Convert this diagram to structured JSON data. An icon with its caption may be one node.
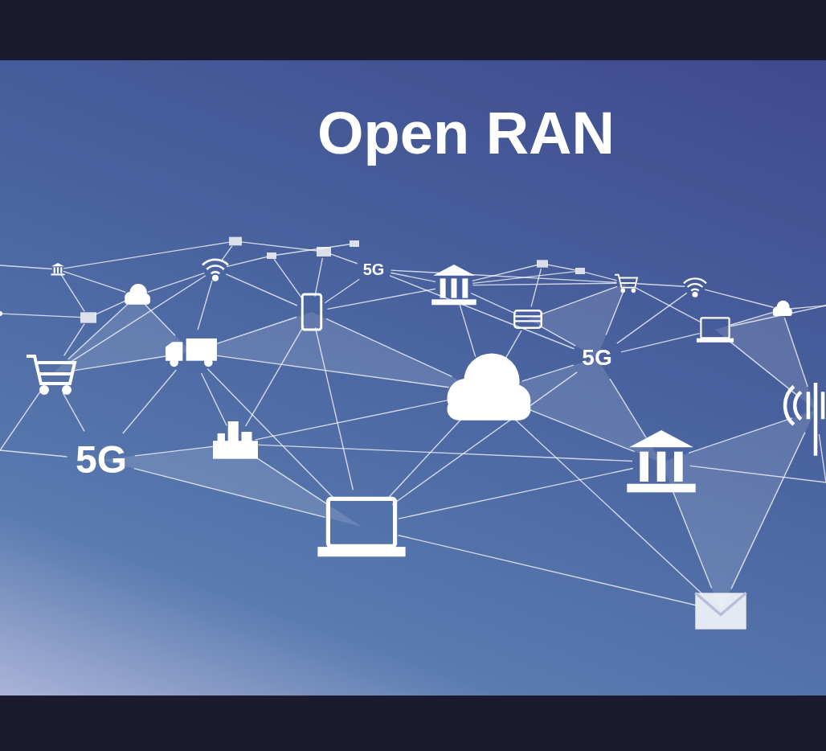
{
  "diagram": {
    "title": "Open RAN",
    "labels": [
      "5G",
      "5G",
      "5G"
    ]
  }
}
